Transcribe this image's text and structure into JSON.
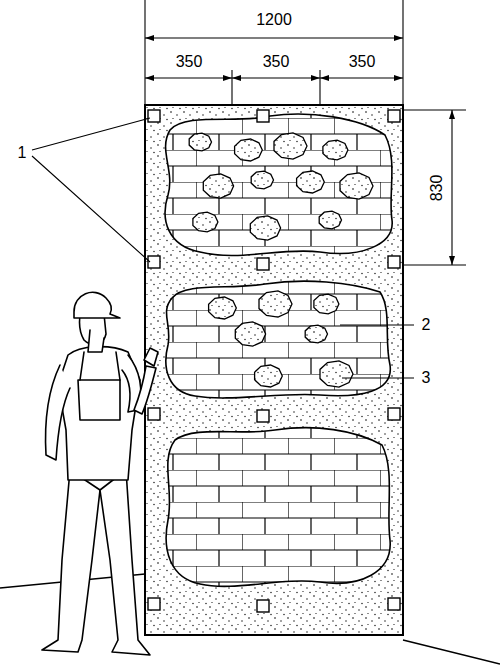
{
  "diagram": {
    "labels": [
      "1200",
      "350",
      "350",
      "350",
      "830",
      "1",
      "2",
      "3"
    ]
  }
}
